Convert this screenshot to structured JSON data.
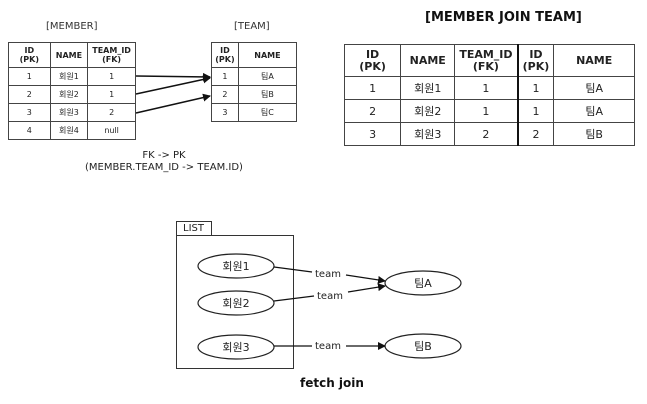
{
  "member_table": {
    "caption": "[MEMBER]",
    "headers": [
      [
        "ID",
        "(PK)"
      ],
      [
        "NAME"
      ],
      [
        "TEAM_ID",
        "(FK)"
      ]
    ],
    "rows": [
      [
        "1",
        "회원1",
        "1"
      ],
      [
        "2",
        "회원2",
        "1"
      ],
      [
        "3",
        "회원3",
        "2"
      ],
      [
        "4",
        "회원4",
        "null"
      ]
    ]
  },
  "team_table": {
    "caption": "[TEAM]",
    "headers": [
      [
        "ID",
        "(PK)"
      ],
      [
        "NAME"
      ]
    ],
    "rows": [
      [
        "1",
        "팀A"
      ],
      [
        "2",
        "팀B"
      ],
      [
        "3",
        "팀C"
      ]
    ]
  },
  "fk_note": {
    "line1": "FK -> PK",
    "line2": "(MEMBER.TEAM_ID -> TEAM.ID)"
  },
  "join_table": {
    "title": "[MEMBER JOIN TEAM]",
    "headers": [
      [
        "ID",
        "(PK)"
      ],
      [
        "NAME"
      ],
      [
        "TEAM_ID",
        "(FK)"
      ],
      [
        "ID",
        "(PK)"
      ],
      [
        "NAME"
      ]
    ],
    "rows": [
      [
        "1",
        "회원1",
        "1",
        "1",
        "팀A"
      ],
      [
        "2",
        "회원2",
        "1",
        "1",
        "팀A"
      ],
      [
        "3",
        "회원3",
        "2",
        "2",
        "팀B"
      ]
    ]
  },
  "object_graph": {
    "list_label": "LIST",
    "members": [
      "회원1",
      "회원2",
      "회원3"
    ],
    "teams": [
      "팀A",
      "팀B"
    ],
    "edge_label": "team",
    "caption": "fetch join"
  }
}
